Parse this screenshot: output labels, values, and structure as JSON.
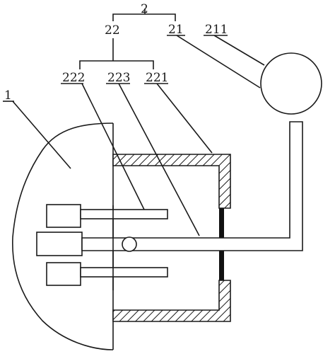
{
  "labels": {
    "assembly_2": "2",
    "group_22": "22",
    "part_21": "21",
    "part_211": "211",
    "part_222": "222",
    "part_223": "223",
    "part_221": "221",
    "body_1": "1"
  }
}
